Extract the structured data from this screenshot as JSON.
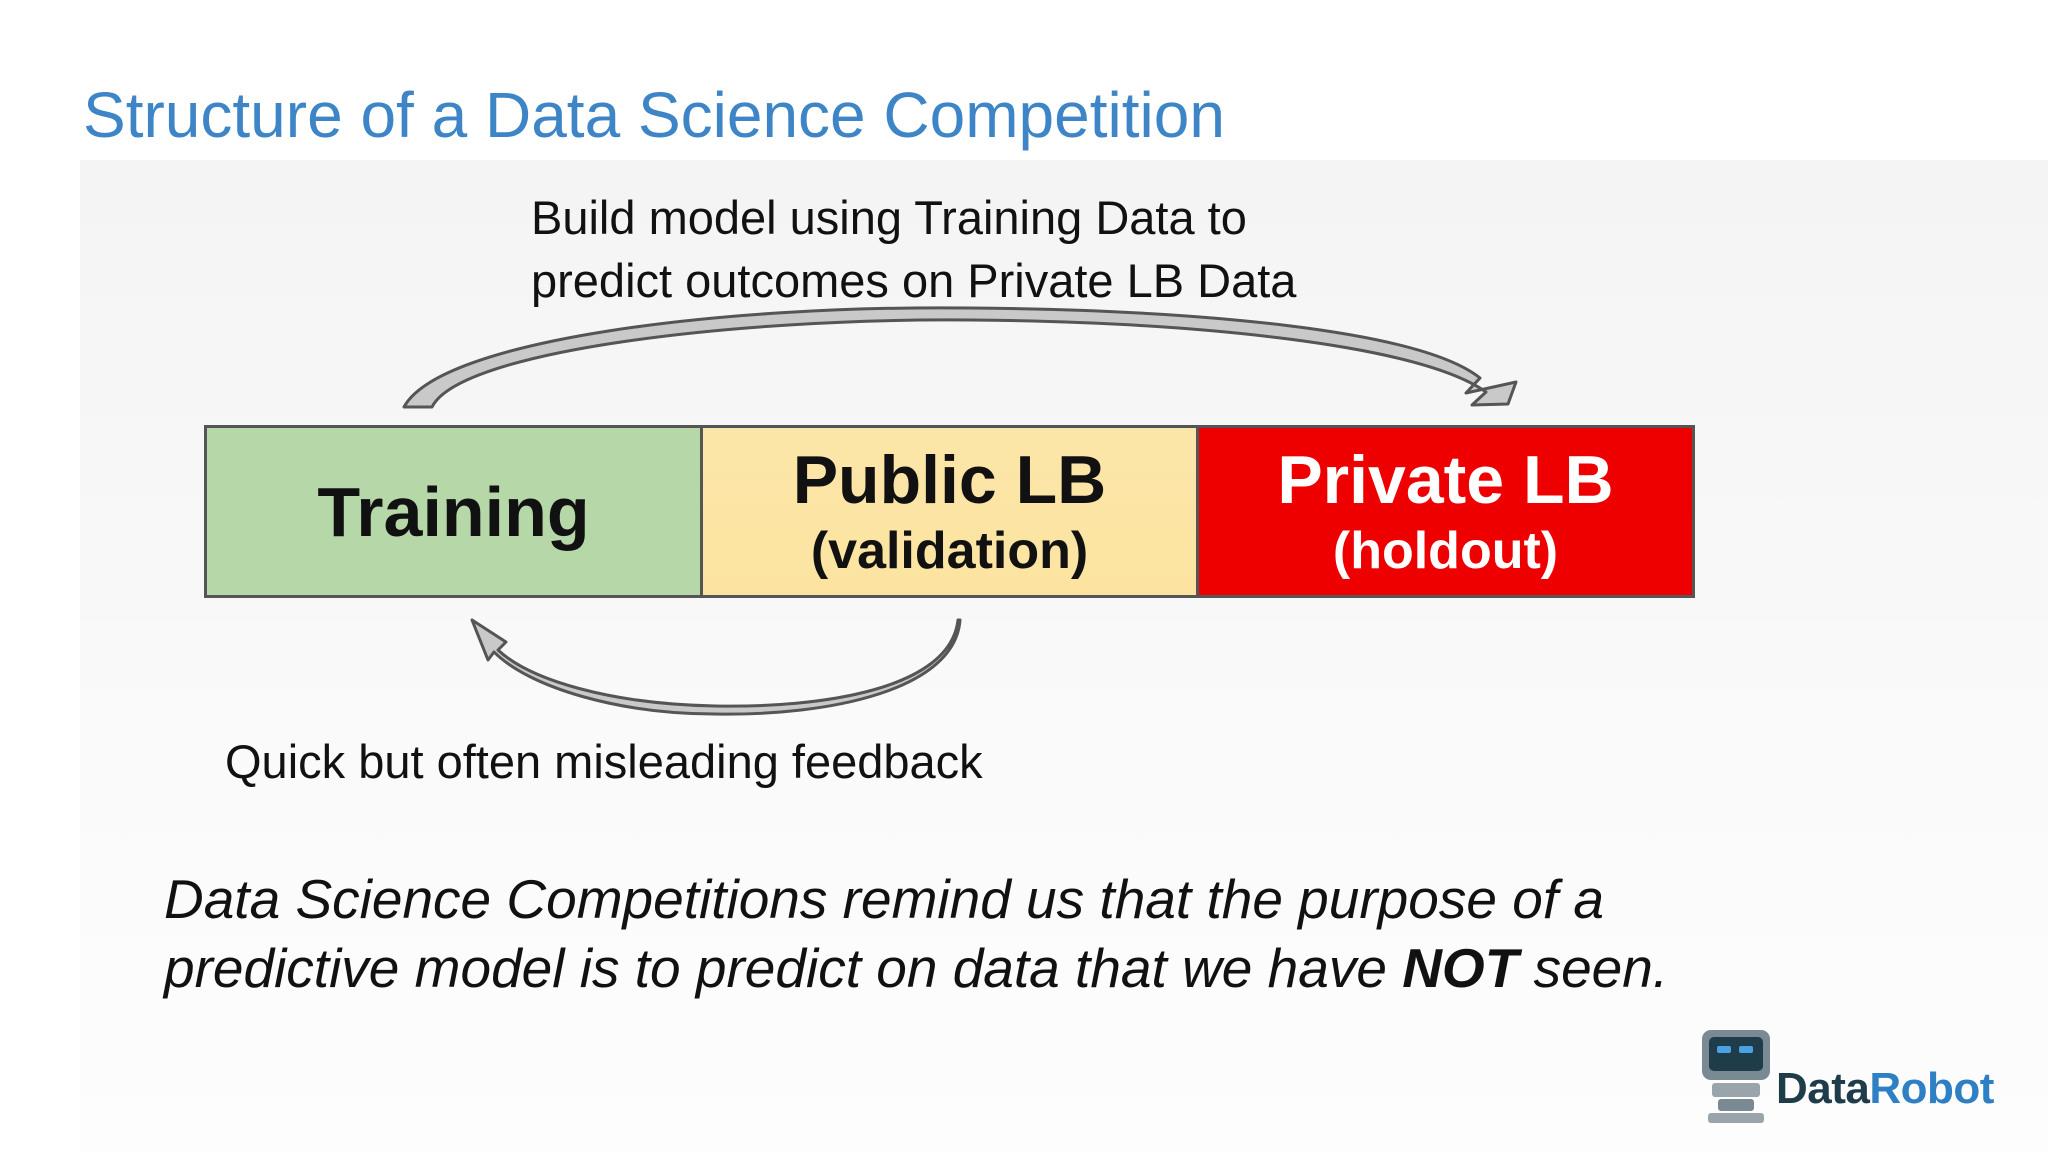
{
  "title": "Structure of a Data Science Competition",
  "top_caption": {
    "line1": "Build model using Training Data to",
    "line2": "predict outcomes on Private LB Data"
  },
  "segments": [
    {
      "main": "Training",
      "sub": "",
      "color": "#b6d7a8"
    },
    {
      "main": "Public LB",
      "sub": "(validation)",
      "color": "#fce3a0"
    },
    {
      "main": "Private LB",
      "sub": "(holdout)",
      "color": "#ee0000"
    }
  ],
  "bottom_caption": "Quick but often misleading feedback",
  "quote": {
    "line1": "Data Science Competitions remind us that the purpose of a",
    "line2_pre": "predictive model is to predict on data that we have ",
    "line2_bold": "NOT",
    "line2_post": " seen."
  },
  "logo": {
    "text_part1": "Data",
    "text_part2": "Robot",
    "icon": "robot-icon"
  },
  "colors": {
    "title": "#3d85c6",
    "arrow_fill": "#c9c9c9",
    "arrow_stroke": "#555555"
  }
}
